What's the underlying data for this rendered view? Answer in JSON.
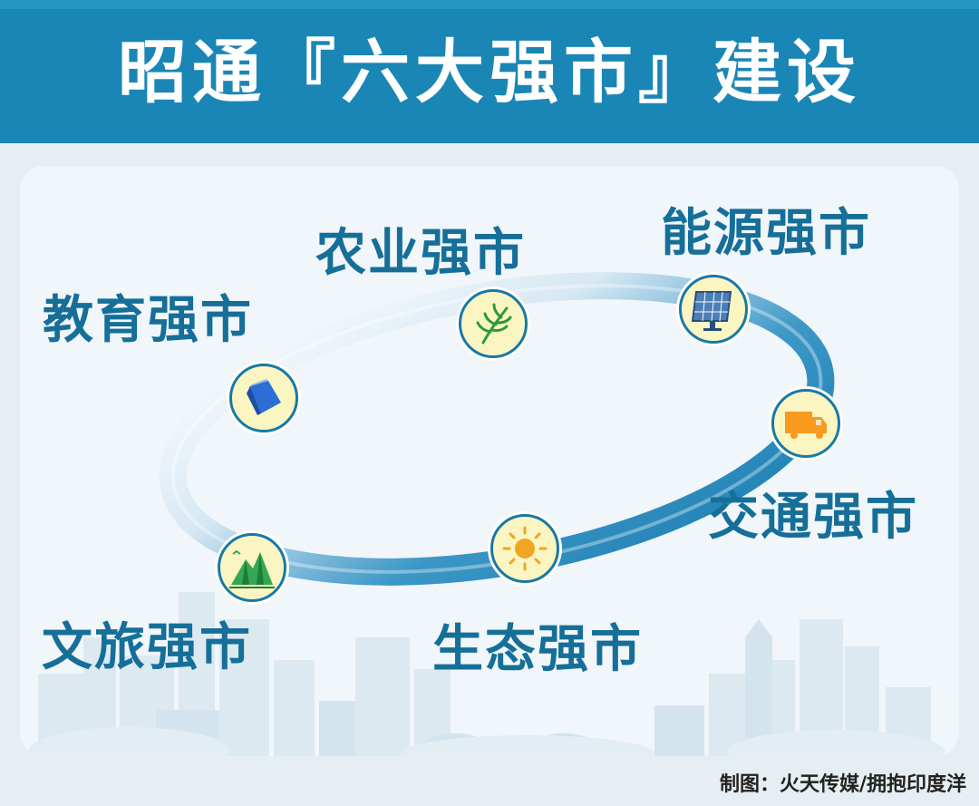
{
  "header": {
    "title": "昭通『六大强市』建设"
  },
  "nodes": [
    {
      "id": "agriculture",
      "label": "农业强市",
      "icon": "leaf-icon"
    },
    {
      "id": "energy",
      "label": "能源强市",
      "icon": "solar-panel-icon"
    },
    {
      "id": "education",
      "label": "教育强市",
      "icon": "book-icon"
    },
    {
      "id": "transport",
      "label": "交通强市",
      "icon": "truck-icon"
    },
    {
      "id": "tourism",
      "label": "文旅强市",
      "icon": "mountain-icon"
    },
    {
      "id": "ecology",
      "label": "生态强市",
      "icon": "sun-icon"
    }
  ],
  "credit": "制图：火天传媒/拥抱印度洋",
  "colors": {
    "header_bg": "#1a86b5",
    "label_text": "#156f99",
    "icon_fill": "#fbf5c2",
    "ring_dark": "#1a7db0",
    "ring_light": "#ffffff",
    "panel_bg": "#f1f6fa",
    "page_bg": "#e6eef3"
  }
}
